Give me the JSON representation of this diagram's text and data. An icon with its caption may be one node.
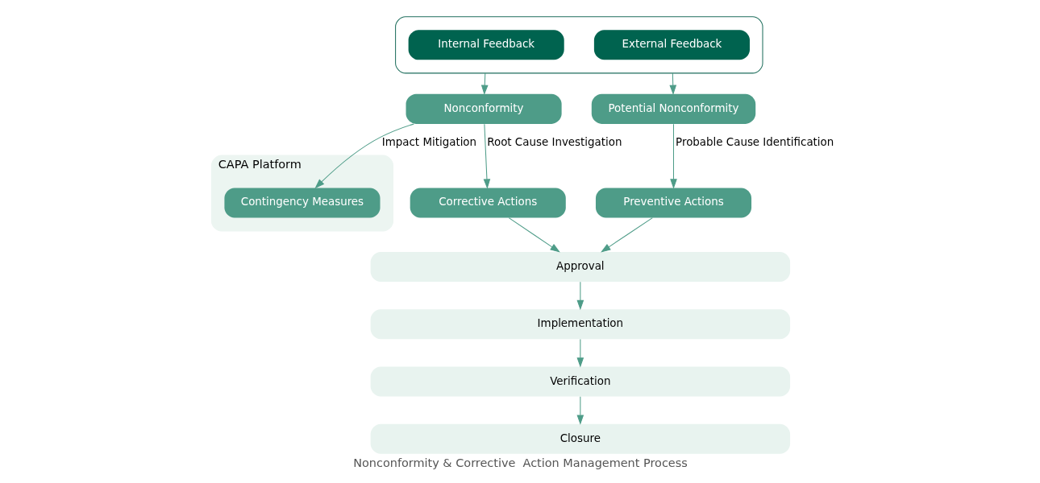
{
  "diagram": {
    "caption": "Nonconformity & Corrective  Action Management Process",
    "nodes": [
      {
        "text": [
          "CAPA Platform"
        ]
      },
      {
        "text": [],
        "shape": "box"
      },
      {
        "text": [
          "Internal Feedback"
        ],
        "in": 1
      },
      {
        "text": [
          "External Feedback"
        ],
        "in": 1
      },
      {
        "text": [
          "Nonconformity"
        ]
      },
      {
        "text": [
          "Potential Nonconformity"
        ]
      },
      {
        "text": [
          "Contingency Measures"
        ],
        "in": 0
      },
      {
        "text": [
          "Corrective Actions"
        ]
      },
      {
        "text": [
          "Preventive Actions"
        ]
      },
      {
        "text": [
          "Approval"
        ]
      },
      {
        "text": [
          "Implementation"
        ]
      },
      {
        "text": [
          "Verification"
        ]
      },
      {
        "text": [
          "Closure"
        ]
      }
    ],
    "edges": [
      {
        "from": 1,
        "to": 4,
        "arrow": "to"
      },
      {
        "from": 1,
        "to": 5,
        "arrow": "to"
      },
      {
        "from": 4,
        "to": 6,
        "arrow": "to",
        "label": "Impact Mitigation"
      },
      {
        "from": 4,
        "to": 7,
        "arrow": "to",
        "label": "Root Cause Investigation"
      },
      {
        "from": 5,
        "to": 8,
        "arrow": "to",
        "label": "Probable Cause Identification"
      },
      {
        "from": 7,
        "to": 9,
        "arrow": "to"
      },
      {
        "from": 8,
        "to": 9,
        "arrow": "to"
      },
      {
        "from": 9,
        "to": 10,
        "arrow": "to"
      },
      {
        "from": 10,
        "to": 11,
        "arrow": "to"
      },
      {
        "from": 11,
        "to": 12,
        "arrow": "to"
      }
    ]
  }
}
